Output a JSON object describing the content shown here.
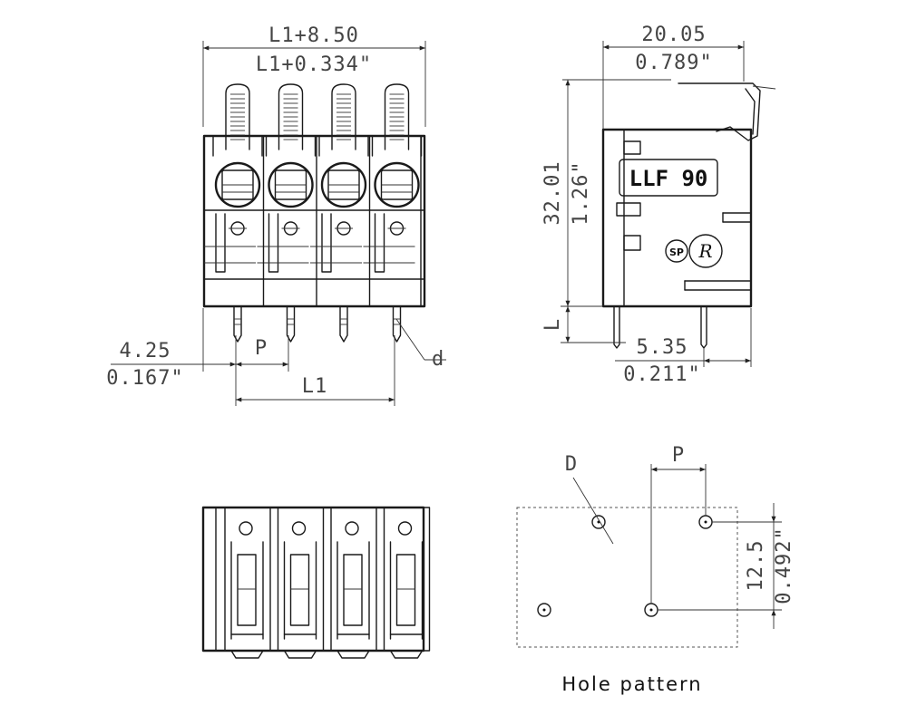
{
  "front_view": {
    "overall_width_mm": "L1+8.50",
    "overall_width_in": "L1+0.334\"",
    "offset_mm": "4.25",
    "offset_in": "0.167\"",
    "pitch_label": "P",
    "span_label": "L1",
    "pin_diameter_label": "d"
  },
  "side_view": {
    "depth_mm": "20.05",
    "depth_in": "0.789\"",
    "height_mm": "32.01",
    "height_in": "1.26\"",
    "pin_length_label": "L",
    "pin_offset_mm": "5.35",
    "pin_offset_in": "0.211\"",
    "product_label": "LLF 90"
  },
  "hole_pattern": {
    "caption": "Hole pattern",
    "hole_diameter_label": "D",
    "pitch_label": "P",
    "row_spacing_mm": "12.5",
    "row_spacing_in": "0.492\""
  }
}
